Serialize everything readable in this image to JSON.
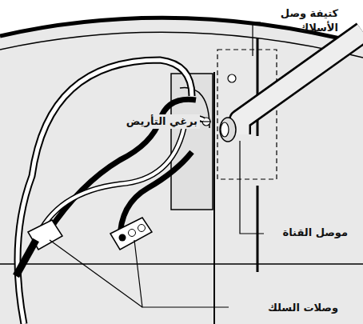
{
  "diagram": {
    "labels": [
      "كتيفة وصل الأسلاك",
      "برغي التأريض",
      "موصل القناة",
      "وصلات السلك"
    ]
  }
}
